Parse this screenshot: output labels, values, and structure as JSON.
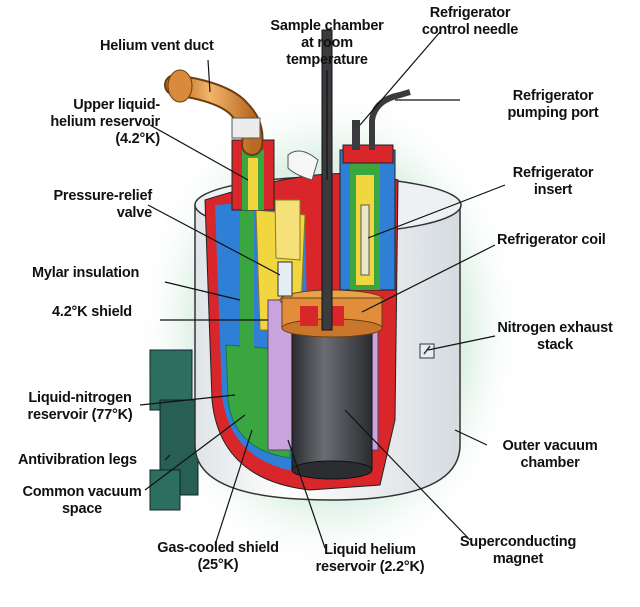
{
  "labels": {
    "helium_vent_duct": "Helium vent duct",
    "sample_chamber": "Sample chamber\nat room\ntemperature",
    "refrigerator_control_needle": "Refrigerator\ncontrol needle",
    "refrigerator_pumping_port": "Refrigerator\npumping port",
    "upper_liquid_helium_reservoir": "Upper liquid-\nhelium reservoir\n(4.2°K)",
    "refrigerator_insert": "Refrigerator\ninsert",
    "pressure_relief_valve": "Pressure-relief\nvalve",
    "refrigerator_coil": "Refrigerator coil",
    "mylar_insulation": "Mylar insulation",
    "shield_4_2k": "4.2°K shield",
    "nitrogen_exhaust_stack": "Nitrogen exhaust\nstack",
    "liquid_nitrogen_reservoir": "Liquid-nitrogen\nreservoir (77°K)",
    "antivibration_legs": "Antivibration legs",
    "outer_vacuum_chamber": "Outer vacuum\nchamber",
    "common_vacuum_space": "Common vacuum\nspace",
    "superconducting_magnet": "Superconducting\nmagnet",
    "gas_cooled_shield": "Gas-cooled shield\n(25°K)",
    "liquid_helium_reservoir": "Liquid helium\nreservoir (2.2°K)"
  },
  "colors": {
    "outer_shell": "#f4f6f7",
    "glow": "#cfe9dc",
    "red_wall": "#d8262a",
    "blue": "#2f7fd6",
    "green": "#3aa640",
    "yellow": "#f2d640",
    "lavender": "#c9a3dc",
    "magnet": "#4a4c52",
    "copper": "#e08e3a",
    "legs": "#2d6f5f"
  }
}
